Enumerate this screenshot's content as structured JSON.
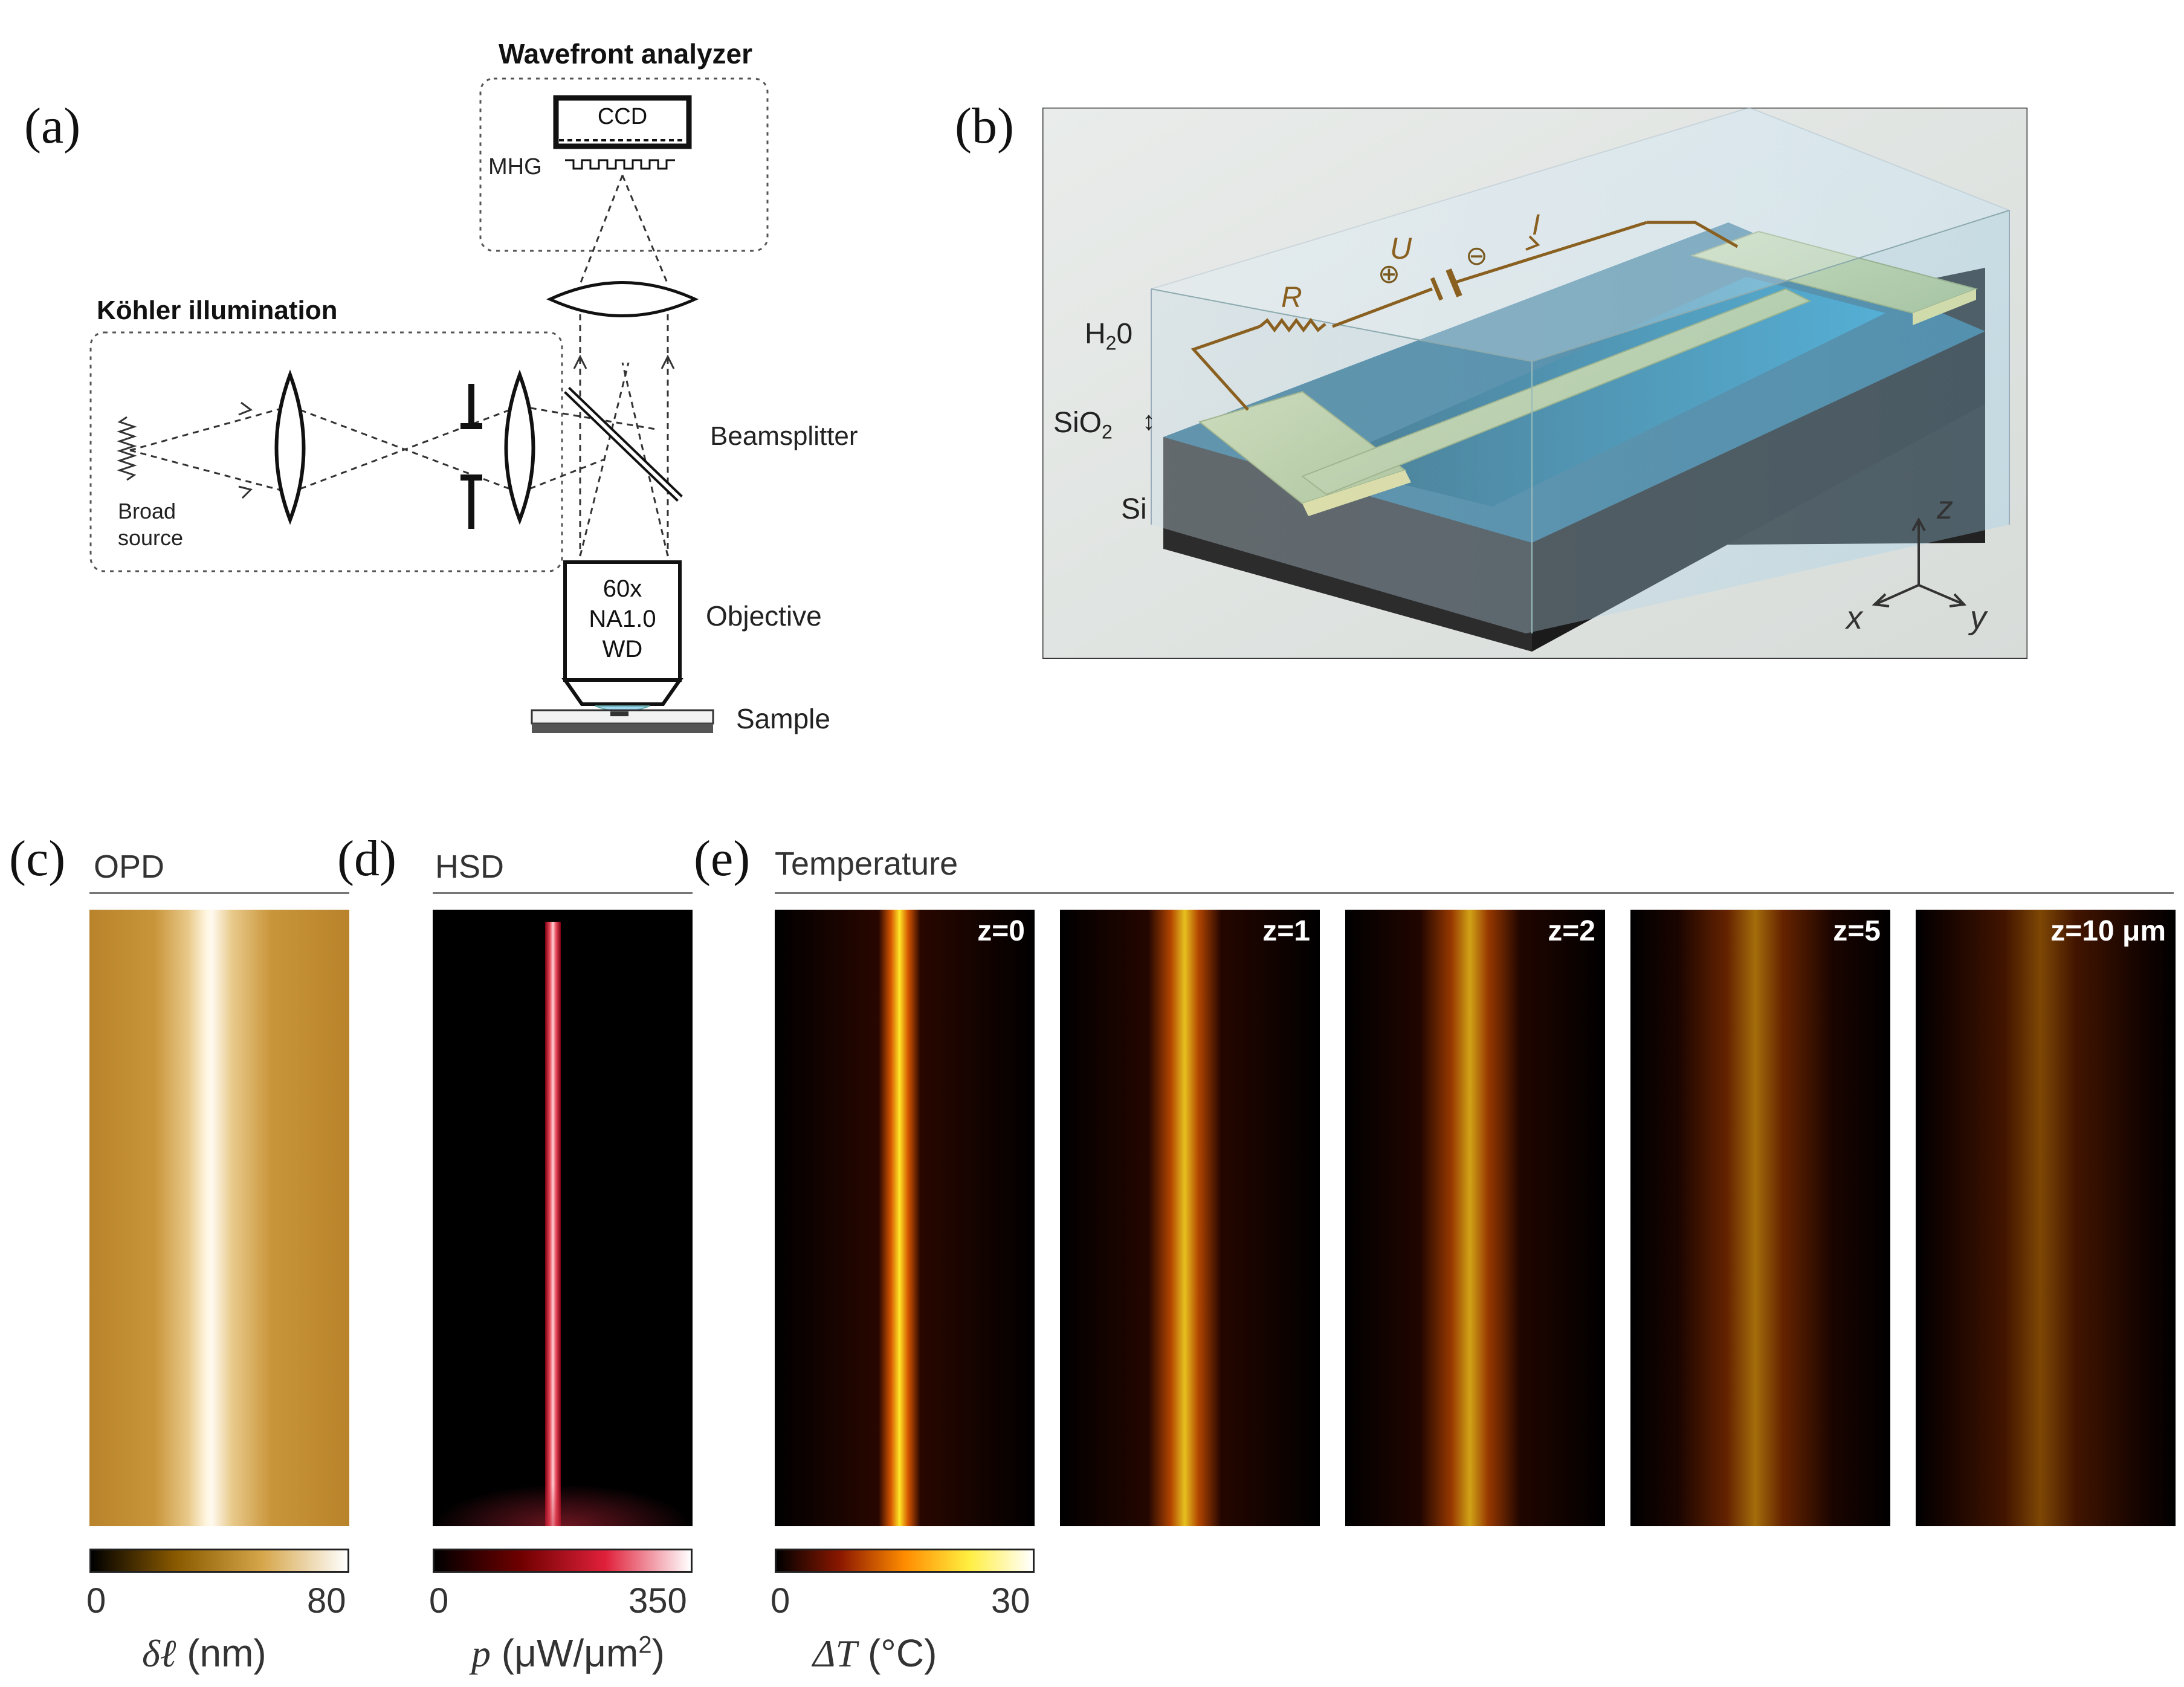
{
  "panels": {
    "a": {
      "label": "(a)"
    },
    "b": {
      "label": "(b)"
    },
    "c": {
      "label": "(c)"
    },
    "d": {
      "label": "(d)"
    },
    "e": {
      "label": "(e)"
    }
  },
  "diagram_a": {
    "wavefront_analyzer": "Wavefront analyzer",
    "ccd": "CCD",
    "mhg": "MHG",
    "kohler": "Köhler illumination",
    "broad": "Broad",
    "source": "source",
    "beamsplitter": "Beamsplitter",
    "objective_mag": "60x",
    "objective_na": "NA1.0",
    "objective_wd": "WD",
    "objective": "Objective",
    "sample": "Sample"
  },
  "diagram_b": {
    "h2o": "H",
    "h2o_sub": "2",
    "h2o_tail": "0",
    "sio2": "SiO",
    "sio2_sub": "2",
    "si": "Si",
    "r": "R",
    "u": "U",
    "i": "I",
    "plus": "⊕",
    "minus": "⊖",
    "axis_x": "x",
    "axis_y": "y",
    "axis_z": "z"
  },
  "opd": {
    "title": "OPD",
    "min": "0",
    "max": "80",
    "unit_symbol": "δℓ",
    "unit": "(nm)",
    "colors": [
      "#000000",
      "#8a5a00",
      "#d6a64a",
      "#ffffff"
    ]
  },
  "hsd": {
    "title": "HSD",
    "min": "0",
    "max": "350",
    "unit_symbol": "p",
    "unit": "(μW/μm",
    "unit_sup": "2",
    "unit_tail": ")",
    "colors": [
      "#000000",
      "#6e0000",
      "#e0203a",
      "#ffffff"
    ]
  },
  "temperature": {
    "title": "Temperature",
    "min": "0",
    "max": "30",
    "unit_symbol": "ΔT",
    "unit": "(°C)",
    "colors": [
      "#000000",
      "#8c1800",
      "#ff8c00",
      "#ffee40",
      "#ffffff"
    ],
    "slices": [
      {
        "label": "z=0",
        "intensity": 1.0
      },
      {
        "label": "z=1",
        "intensity": 0.85
      },
      {
        "label": "z=2",
        "intensity": 0.72
      },
      {
        "label": "z=5",
        "intensity": 0.45
      },
      {
        "label": "z=10 μm",
        "intensity": 0.22
      }
    ]
  }
}
